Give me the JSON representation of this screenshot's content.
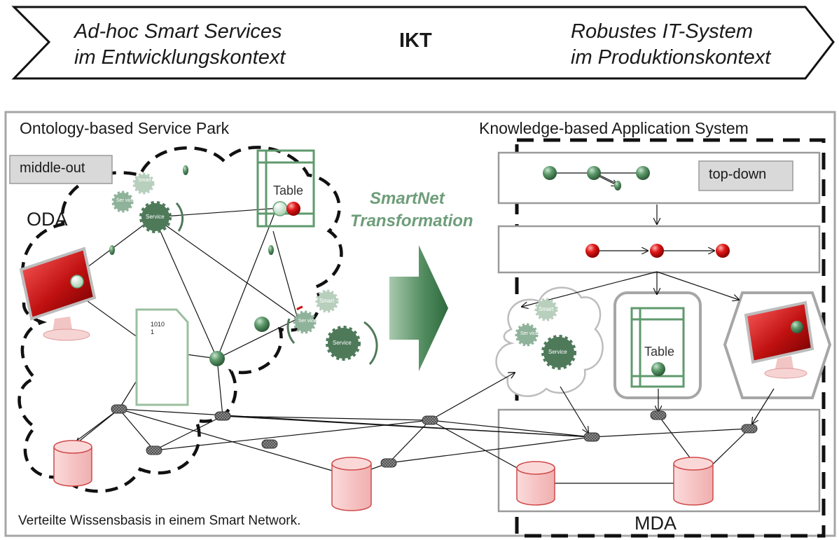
{
  "banner": {
    "left_line1": "Ad-hoc Smart Services",
    "left_line2": "im Entwicklungskontext",
    "center": "IKT",
    "right_line1": "Robustes IT-System",
    "right_line2": "im Produktionskontext"
  },
  "left_panel": {
    "title": "Ontology-based Service Park",
    "approach": "middle-out",
    "oda_label": "ODA",
    "table_label": "Table",
    "document_code_line1": "1010",
    "document_code_line2": "1",
    "gear_smart": "Smart",
    "gear_service_small": "Ser vice",
    "gear_service": "Service",
    "caption": "Verteilte Wissensbasis in einem Smart Network."
  },
  "transformation": {
    "line1": "SmartNet",
    "line2": "Transformation"
  },
  "right_panel": {
    "title": "Knowledge-based Application System",
    "approach": "top-down",
    "mda_label": "MDA",
    "table_label": "Table"
  },
  "colors": {
    "service_green": "#4e7a5a",
    "light_green": "#8db596",
    "node_red": "#d01010",
    "db_pink": "#f6c5c5",
    "db_border": "#d04a4a",
    "arrow_green": "#3d7a4c"
  }
}
